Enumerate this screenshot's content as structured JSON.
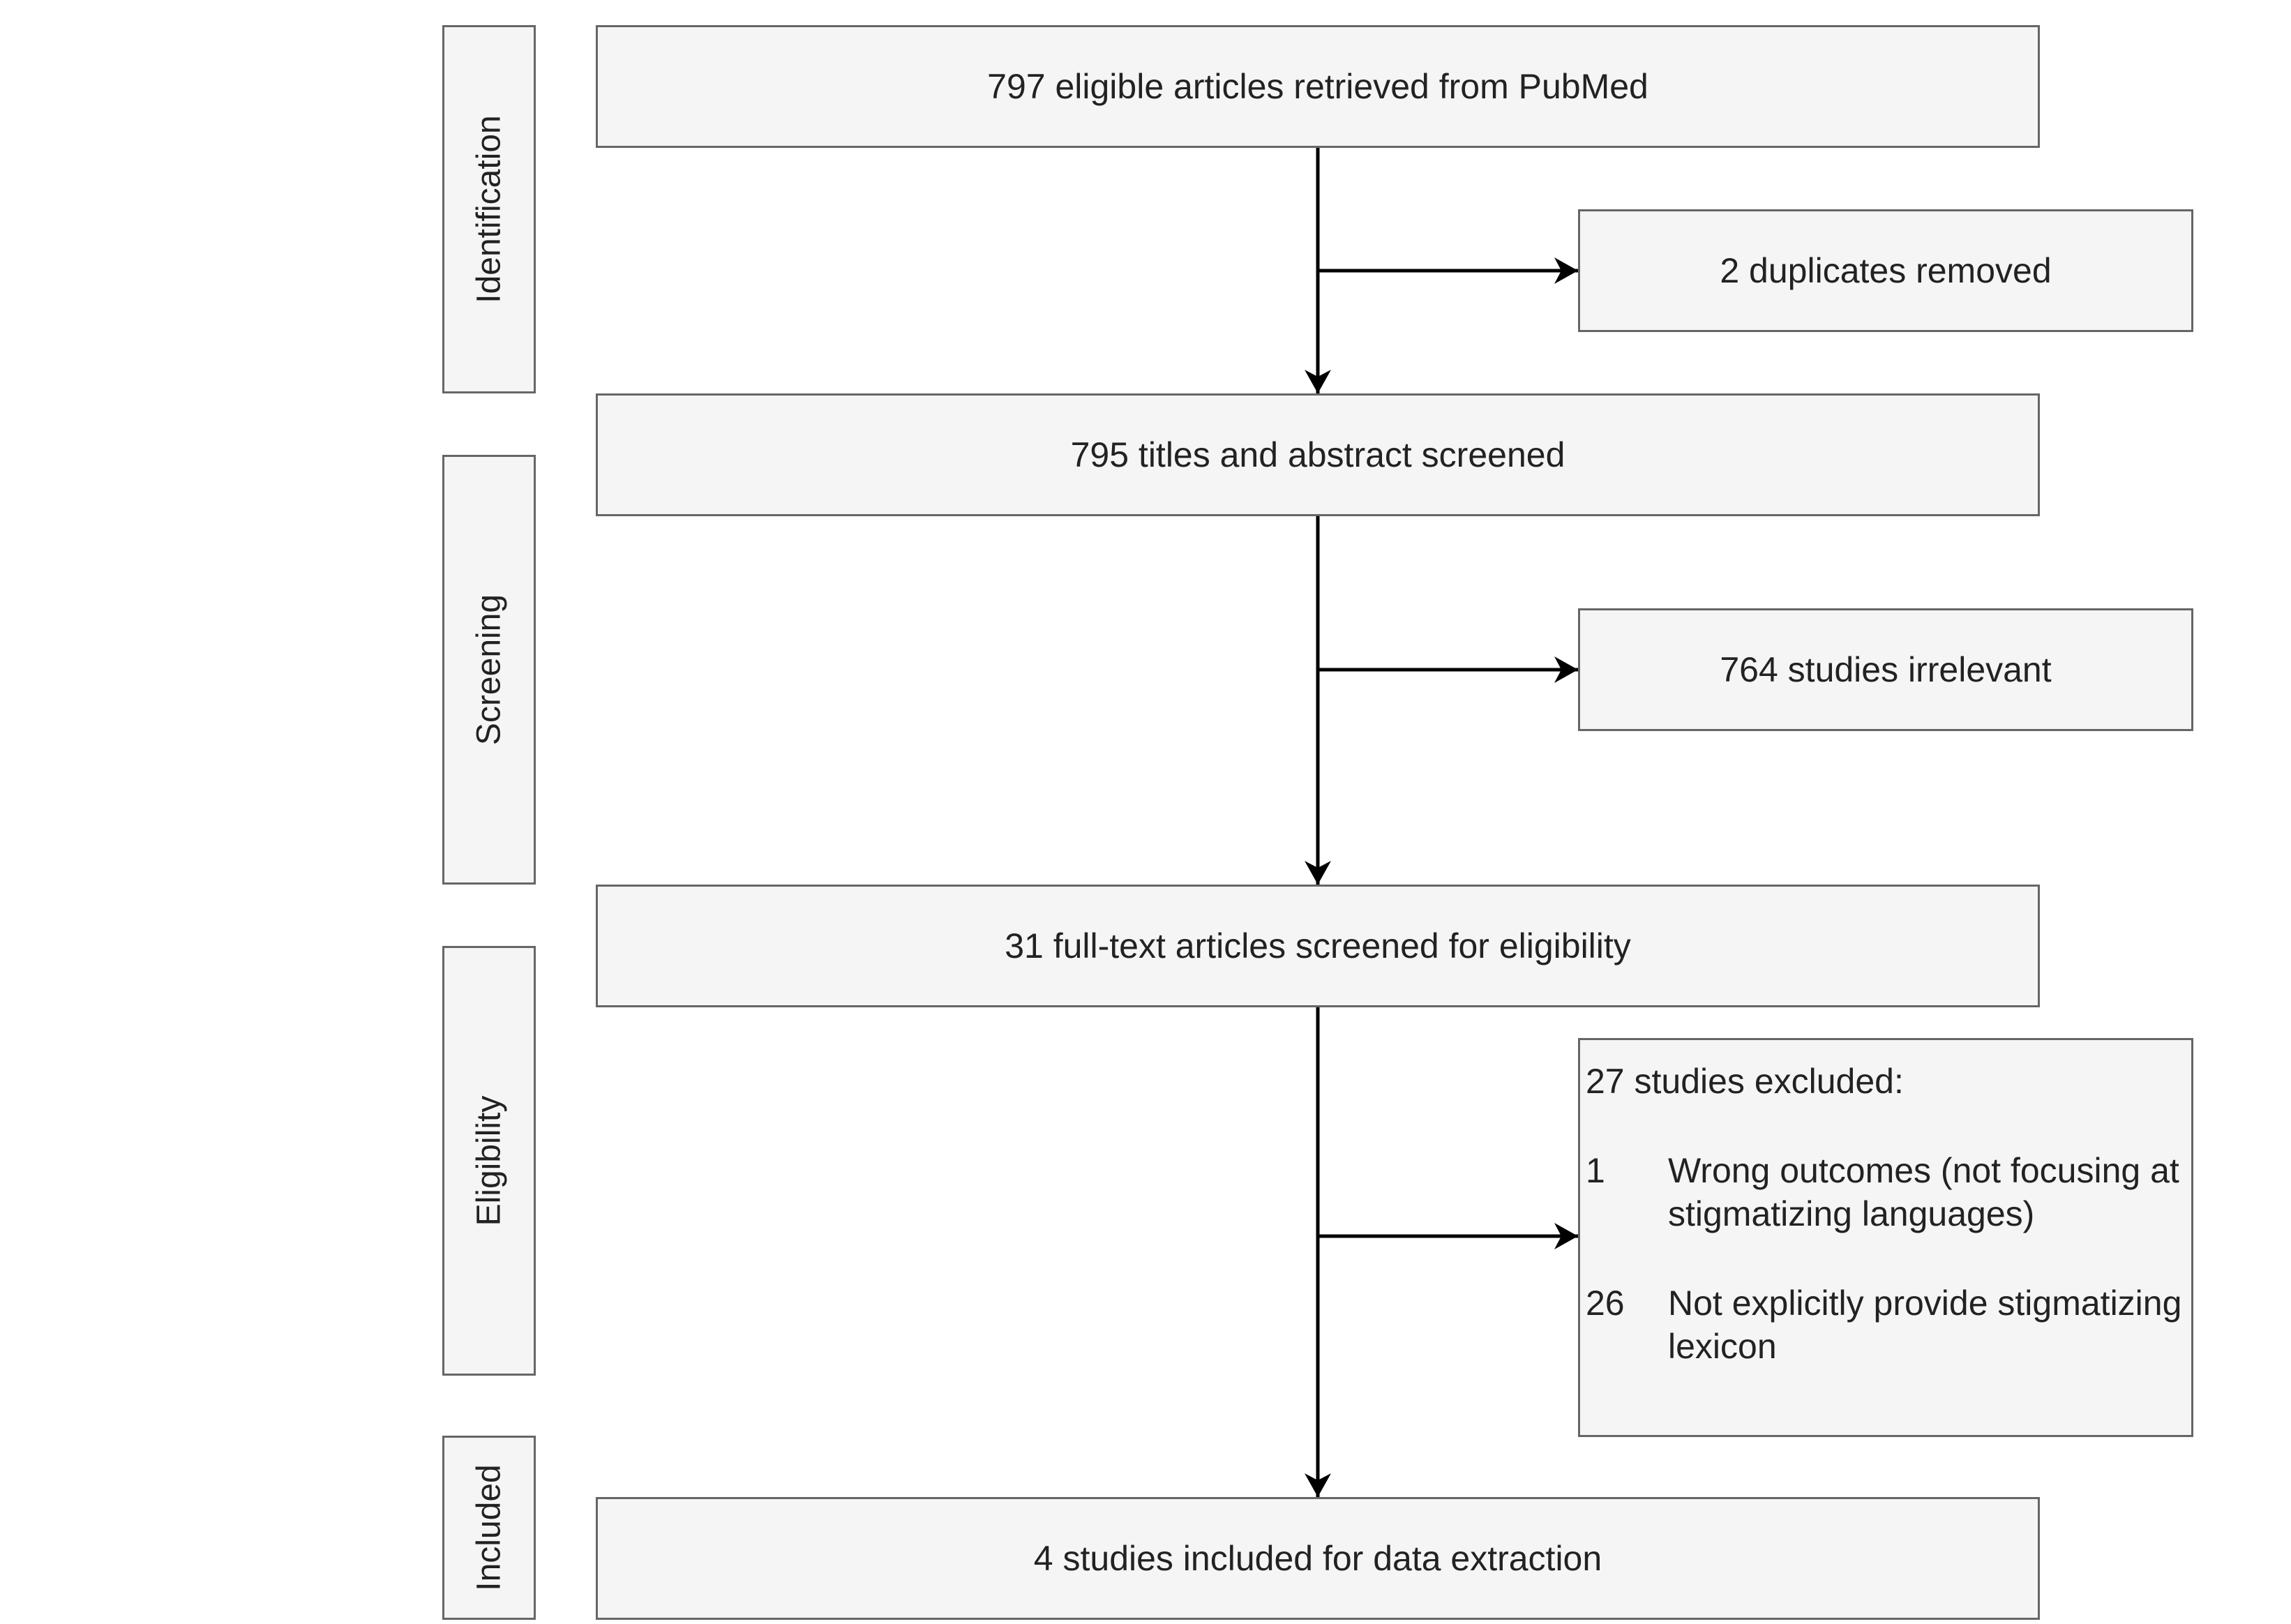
{
  "stages": {
    "identification": "Identification",
    "screening": "Screening",
    "eligibility": "Eligibility",
    "included": "Included"
  },
  "flow": {
    "identified": "797 eligible articles retrieved from PubMed",
    "duplicates": "2 duplicates removed",
    "screened": "795 titles and abstract screened",
    "irrelevant": "764 studies irrelevant",
    "fulltext": "31 full-text articles screened for eligibility",
    "included": "4 studies included for data extraction"
  },
  "exclusions": {
    "heading": "27 studies excluded:",
    "items": [
      {
        "count": "1",
        "reason": "Wrong outcomes (not focusing at stigmatizing languages)"
      },
      {
        "count": "26",
        "reason": "Not explicitly provide stigmatizing lexicon"
      }
    ]
  },
  "colors": {
    "box_fill": "#f5f5f5",
    "box_border": "#666666",
    "arrow": "#000000",
    "text": "#222222"
  }
}
